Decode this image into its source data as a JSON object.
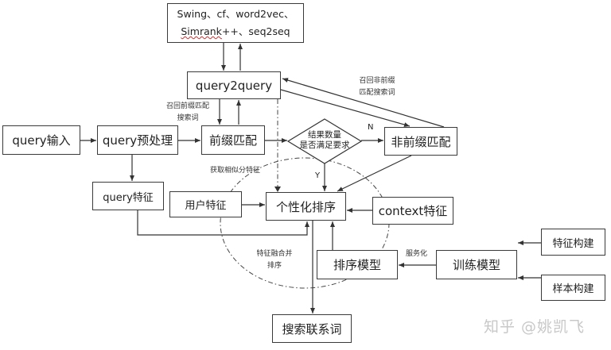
{
  "nodes": {
    "algorithms_line1": "Swing、cf、word2vec、",
    "algorithms_line2_a": "Simrank",
    "algorithms_line2_b": "++、seq2seq",
    "query2query": "query2query",
    "query_input": "query输入",
    "query_preprocess": "query预处理",
    "prefix_match": "前缀匹配",
    "non_prefix_match": "非前缀匹配",
    "query_feature": "query特征",
    "user_feature": "用户特征",
    "personalized_rank": "个性化排序",
    "context_feature": "context特征",
    "rank_model": "排序模型",
    "train_model": "训练模型",
    "feature_build": "特征构建",
    "sample_build": "样本构建",
    "search_suggestions": "搜索联系词"
  },
  "decision": {
    "line1": "结果数量",
    "line2": "是否满足要求",
    "yes": "Y",
    "no": "N"
  },
  "edge_labels": {
    "recall_prefix_line1": "召回前缀匹配",
    "recall_prefix_line2": "搜索词",
    "recall_non_prefix_line1": "召回非前缀",
    "recall_non_prefix_line2": "匹配搜索词",
    "similarity_feature": "获取相似分特征",
    "feature_fusion_line1": "特征融合并",
    "feature_fusion_line2": "排序",
    "serving": "服务化"
  },
  "watermark": "知乎 @姚凯飞"
}
